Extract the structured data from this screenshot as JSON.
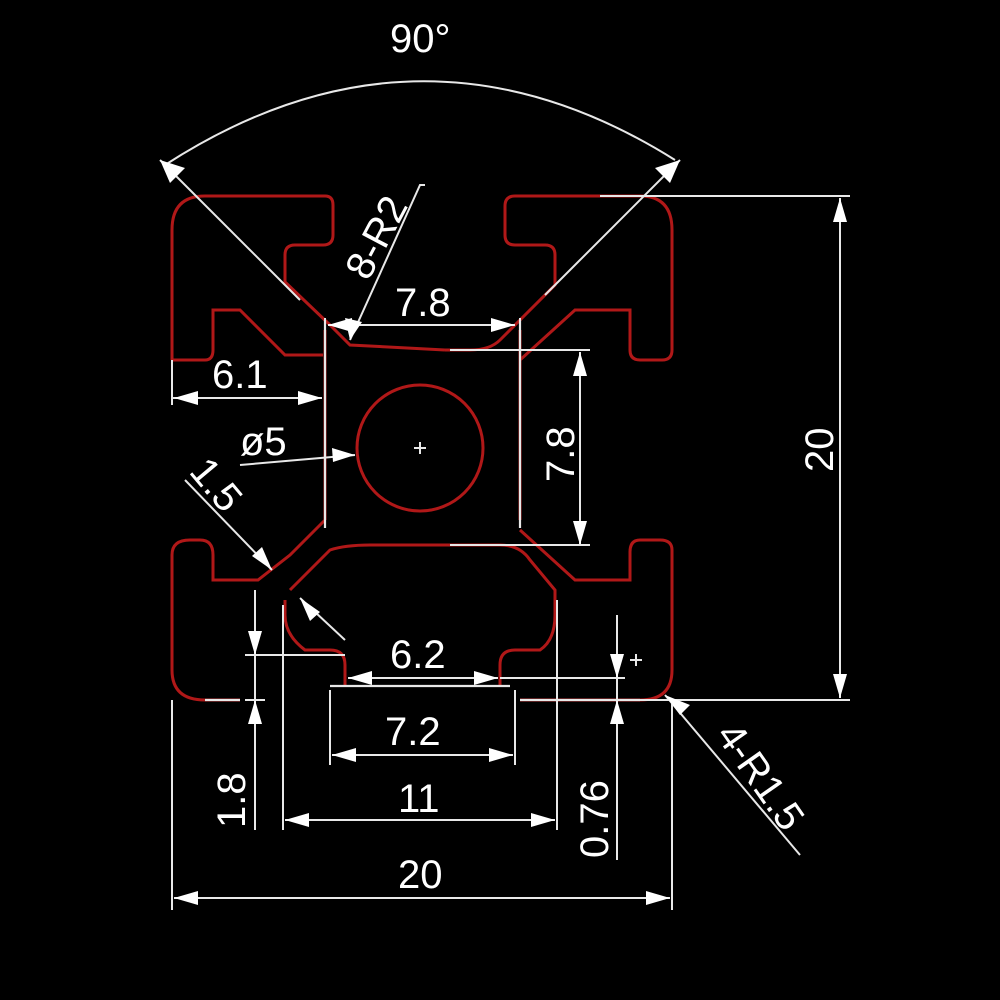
{
  "drawing": {
    "colors": {
      "background": "#000000",
      "profile": "#b01818",
      "dimension": "#e8e8e8"
    },
    "labels": {
      "angle": "90°",
      "fillet_inner": "8-R2",
      "slot_top": "7.8",
      "slot_side": "7.8",
      "overall_height": "20",
      "lip_width": "6.1",
      "bore": "ø5",
      "wall": "1.5",
      "opening": "6.2",
      "channel_width": "7.2",
      "channel_outer": "11",
      "lip_height": "1.8",
      "lip_offset": "0.76",
      "corner_radius": "4-R1.5",
      "overall_width": "20"
    }
  }
}
